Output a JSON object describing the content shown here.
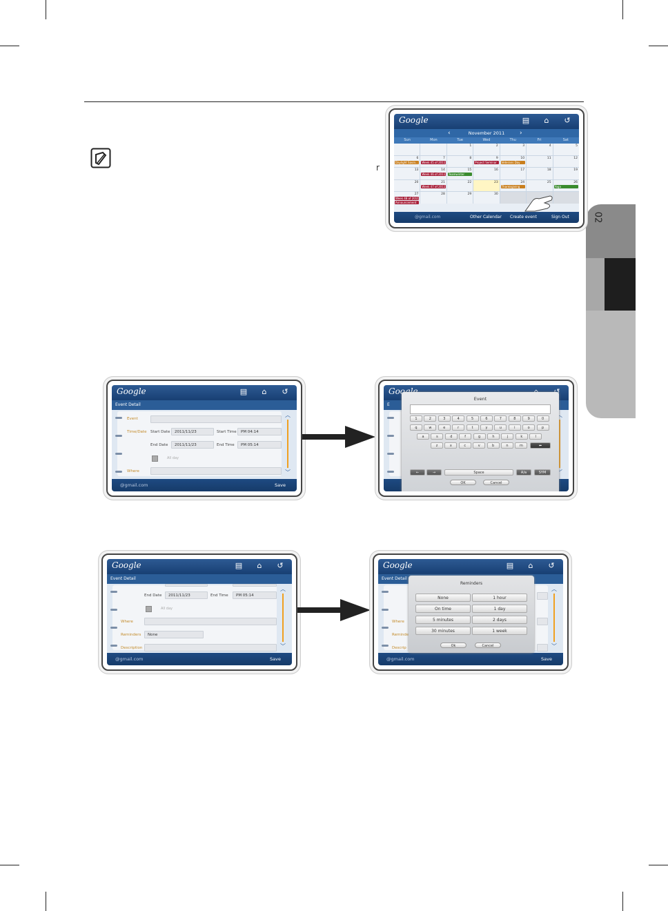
{
  "page": {
    "side_tab_number": "02",
    "stray_char": "r"
  },
  "calendar": {
    "logo": "Google",
    "month": "November 2011",
    "weekdays": [
      "Sun",
      "Mon",
      "Tue",
      "Wed",
      "Thu",
      "Fri",
      "Sat"
    ],
    "account": "@gmail.com",
    "bottom": {
      "other": "Other Calendar",
      "create": "Create event",
      "signout": "Sign Out"
    },
    "cells": [
      {
        "d": "",
        "ev": []
      },
      {
        "d": "",
        "ev": []
      },
      {
        "d": "1",
        "ev": []
      },
      {
        "d": "2",
        "ev": []
      },
      {
        "d": "3",
        "ev": []
      },
      {
        "d": "4",
        "ev": []
      },
      {
        "d": "5",
        "ev": []
      },
      {
        "d": "6",
        "ev": [
          {
            "t": "Daylight Savin...",
            "c": "orange"
          }
        ]
      },
      {
        "d": "7",
        "ev": [
          {
            "t": "Week 45 of 2011",
            "c": "red"
          }
        ]
      },
      {
        "d": "8",
        "ev": []
      },
      {
        "d": "9",
        "ev": [
          {
            "t": "Project Seminar",
            "c": "red"
          }
        ]
      },
      {
        "d": "10",
        "ev": [
          {
            "t": "Veterans Day",
            "c": "orange"
          }
        ]
      },
      {
        "d": "11",
        "ev": []
      },
      {
        "d": "12",
        "ev": []
      },
      {
        "d": "13",
        "ev": []
      },
      {
        "d": "14",
        "ev": [
          {
            "t": "Week 46 of 2011",
            "c": "red"
          }
        ]
      },
      {
        "d": "15",
        "ev": [
          {
            "t": "Teamwinter",
            "c": "green"
          }
        ]
      },
      {
        "d": "16",
        "ev": []
      },
      {
        "d": "17",
        "ev": []
      },
      {
        "d": "18",
        "ev": []
      },
      {
        "d": "19",
        "ev": []
      },
      {
        "d": "20",
        "ev": []
      },
      {
        "d": "21",
        "ev": [
          {
            "t": "Week 47 of 2011",
            "c": "red"
          }
        ]
      },
      {
        "d": "22",
        "ev": []
      },
      {
        "d": "23",
        "ev": [],
        "today": true
      },
      {
        "d": "24",
        "ev": [
          {
            "t": "Thanksgiving",
            "c": "orange"
          }
        ]
      },
      {
        "d": "25",
        "ev": []
      },
      {
        "d": "26",
        "ev": [
          {
            "t": "Yoga",
            "c": "green"
          }
        ]
      },
      {
        "d": "27",
        "ev": [
          {
            "t": "Week 48 of 2011",
            "c": "red"
          },
          {
            "t": "Announcement",
            "c": "red"
          }
        ]
      },
      {
        "d": "28",
        "ev": []
      },
      {
        "d": "29",
        "ev": []
      },
      {
        "d": "30",
        "ev": []
      },
      {
        "d": "",
        "ev": [],
        "grey": true
      },
      {
        "d": "",
        "ev": [],
        "grey": true
      },
      {
        "d": "",
        "ev": [],
        "grey": true
      }
    ]
  },
  "event_detail": {
    "title": "Event Detail",
    "event_label": "Event",
    "timedate_label": "Time/Date",
    "start_date_label": "Start Date",
    "start_date": "2011/11/23",
    "start_time_label": "Start Time",
    "start_time": "PM 04:14",
    "end_date_label": "End Date",
    "end_date": "2011/11/23",
    "end_time_label": "End Time",
    "end_time": "PM 05:14",
    "allday": "All day",
    "where": "Where",
    "reminders_label": "Reminders",
    "reminders_value": "None",
    "description": "Description",
    "save": "Save",
    "account": "@gmail.com"
  },
  "keyboard": {
    "title": "Event",
    "row1": [
      "1",
      "2",
      "3",
      "4",
      "5",
      "6",
      "7",
      "8",
      "9",
      "0"
    ],
    "row2": [
      "q",
      "w",
      "e",
      "r",
      "t",
      "y",
      "u",
      "i",
      "o",
      "p"
    ],
    "row3": [
      "a",
      "s",
      "d",
      "f",
      "g",
      "h",
      "j",
      "k",
      "l"
    ],
    "row4": [
      "z",
      "x",
      "c",
      "v",
      "b",
      "n",
      "m"
    ],
    "left": "←",
    "right": "→",
    "space": "Space",
    "case": "A/a",
    "sym": "SYM",
    "ok": "OK",
    "cancel": "Cancel"
  },
  "reminders": {
    "title": "Reminders",
    "options": [
      "None",
      "1 hour",
      "On time",
      "1 day",
      "5 minutes",
      "2 days",
      "30 minutes",
      "1 week"
    ],
    "ok": "Ok",
    "cancel": "Cancel"
  }
}
